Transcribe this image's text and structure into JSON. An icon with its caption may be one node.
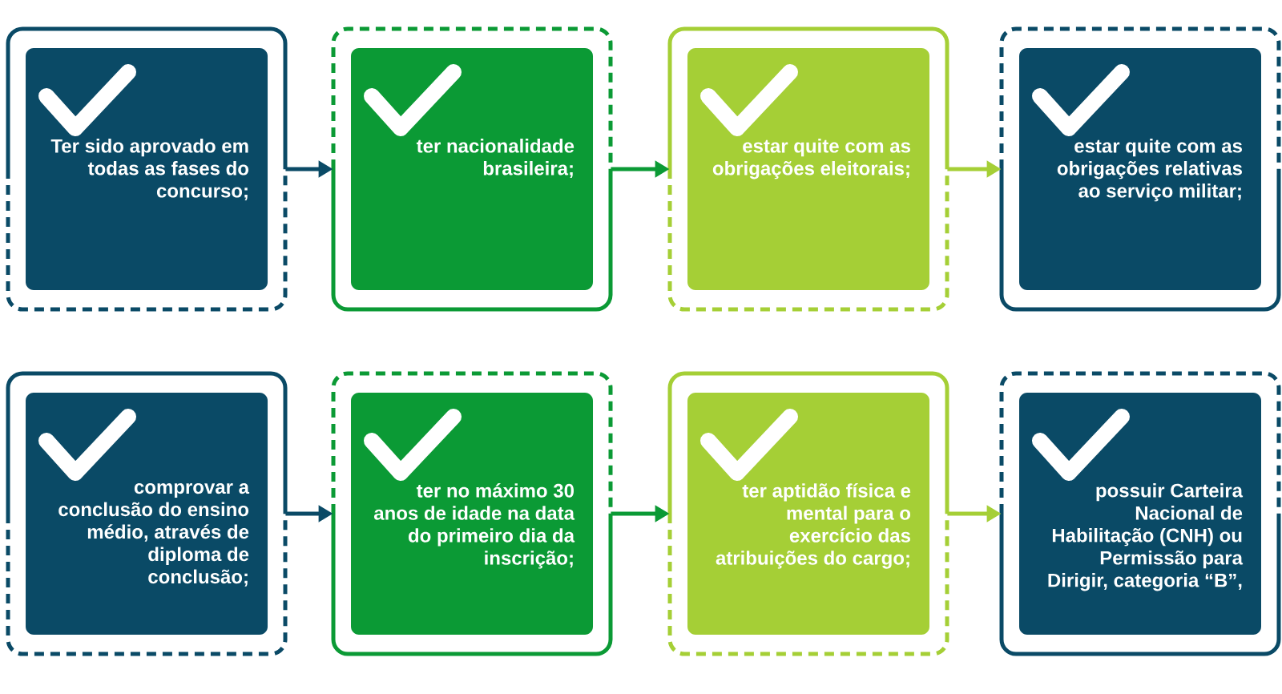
{
  "diagram": {
    "nodes": [
      {
        "text": [],
        "shape": "box"
      },
      {
        "text": [
          "Ter sido aprovado em todas as fases do concurso;"
        ],
        "in": 0
      },
      {
        "text": [],
        "shape": "box"
      },
      {
        "text": [
          "ter nacionalidade brasileira;"
        ],
        "in": 2
      },
      {
        "text": [],
        "shape": "box"
      },
      {
        "text": [
          "estar quite com as obrigações eleitorais;"
        ],
        "in": 4
      },
      {
        "text": [],
        "shape": "box"
      },
      {
        "text": [
          "estar quite com as obrigações relativas ao serviço militar;"
        ],
        "in": 6
      },
      {
        "text": [],
        "shape": "box"
      },
      {
        "text": [
          "comprovar a conclusão do ensino médio, através de diploma de conclusão;"
        ],
        "in": 8
      },
      {
        "text": [],
        "shape": "box"
      },
      {
        "text": [
          "ter no máximo 30 anos de idade na data do primeiro dia da inscrição;"
        ],
        "in": 10
      },
      {
        "text": [],
        "shape": "box"
      },
      {
        "text": [
          "ter aptidão física e mental para o exercício das atribuições do cargo;"
        ],
        "in": 12
      },
      {
        "text": [],
        "shape": "box"
      },
      {
        "text": [
          "possuir Carteira Nacional de Habilitação (CNH) ou Permissão para Dirigir, categoria “B”,"
        ],
        "in": 14
      }
    ],
    "edges": [
      {
        "from": 0,
        "to": 2,
        "arrow": "to",
        "color": "#0a4a66"
      },
      {
        "from": 2,
        "to": 4,
        "arrow": "to",
        "color": "#0b9a35"
      },
      {
        "from": 4,
        "to": 6,
        "arrow": "to",
        "color": "#a5cf36"
      },
      {
        "from": 8,
        "to": 10,
        "arrow": "to",
        "color": "#0a4a66"
      },
      {
        "from": 10,
        "to": 12,
        "arrow": "to",
        "color": "#0b9a35"
      },
      {
        "from": 12,
        "to": 14,
        "arrow": "to",
        "color": "#a5cf36"
      }
    ]
  }
}
